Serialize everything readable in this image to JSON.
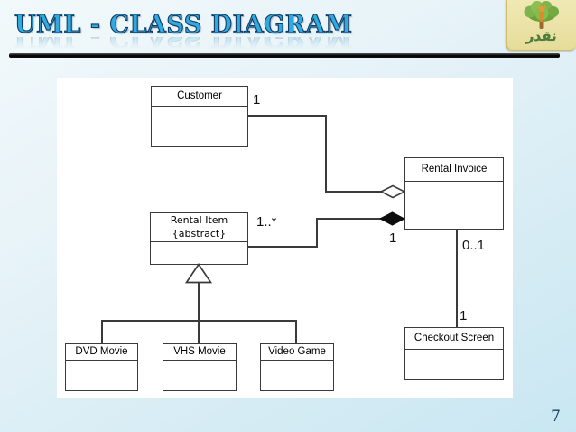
{
  "slide": {
    "title": "UML - CLASS DIAGRAM",
    "page_number": "7",
    "accent_color": "#2fa9de"
  },
  "logo": {
    "arabic_text": "نقدر",
    "box_color": "#eae2a0",
    "tree_color": "#76ab45",
    "figure_color": "#e29a36"
  },
  "diagram": {
    "classes": [
      {
        "name": "Customer"
      },
      {
        "name": "Rental Invoice"
      },
      {
        "name": "Rental Item",
        "stereotype": "{abstract}"
      },
      {
        "name": "DVD Movie"
      },
      {
        "name": "VHS Movie"
      },
      {
        "name": "Video Game"
      },
      {
        "name": "Checkout Screen"
      }
    ],
    "multiplicity_labels": {
      "customer_side": "1",
      "rental_item_side": "1..*",
      "invoice_composition_side": "1",
      "invoice_checkout_side": "0..1",
      "checkout_side": "1"
    },
    "relations": [
      {
        "from": "Customer",
        "to": "Rental Invoice",
        "type": "aggregation",
        "multiplicity_from": "1"
      },
      {
        "from": "Rental Item",
        "to": "Rental Invoice",
        "type": "composition",
        "multiplicity_from": "1..*",
        "multiplicity_to": "1"
      },
      {
        "from": "Rental Invoice",
        "to": "Checkout Screen",
        "type": "association",
        "multiplicity_from": "0..1",
        "multiplicity_to": "1"
      },
      {
        "from": "DVD Movie",
        "to": "Rental Item",
        "type": "generalization"
      },
      {
        "from": "VHS Movie",
        "to": "Rental Item",
        "type": "generalization"
      },
      {
        "from": "Video Game",
        "to": "Rental Item",
        "type": "generalization"
      }
    ]
  }
}
